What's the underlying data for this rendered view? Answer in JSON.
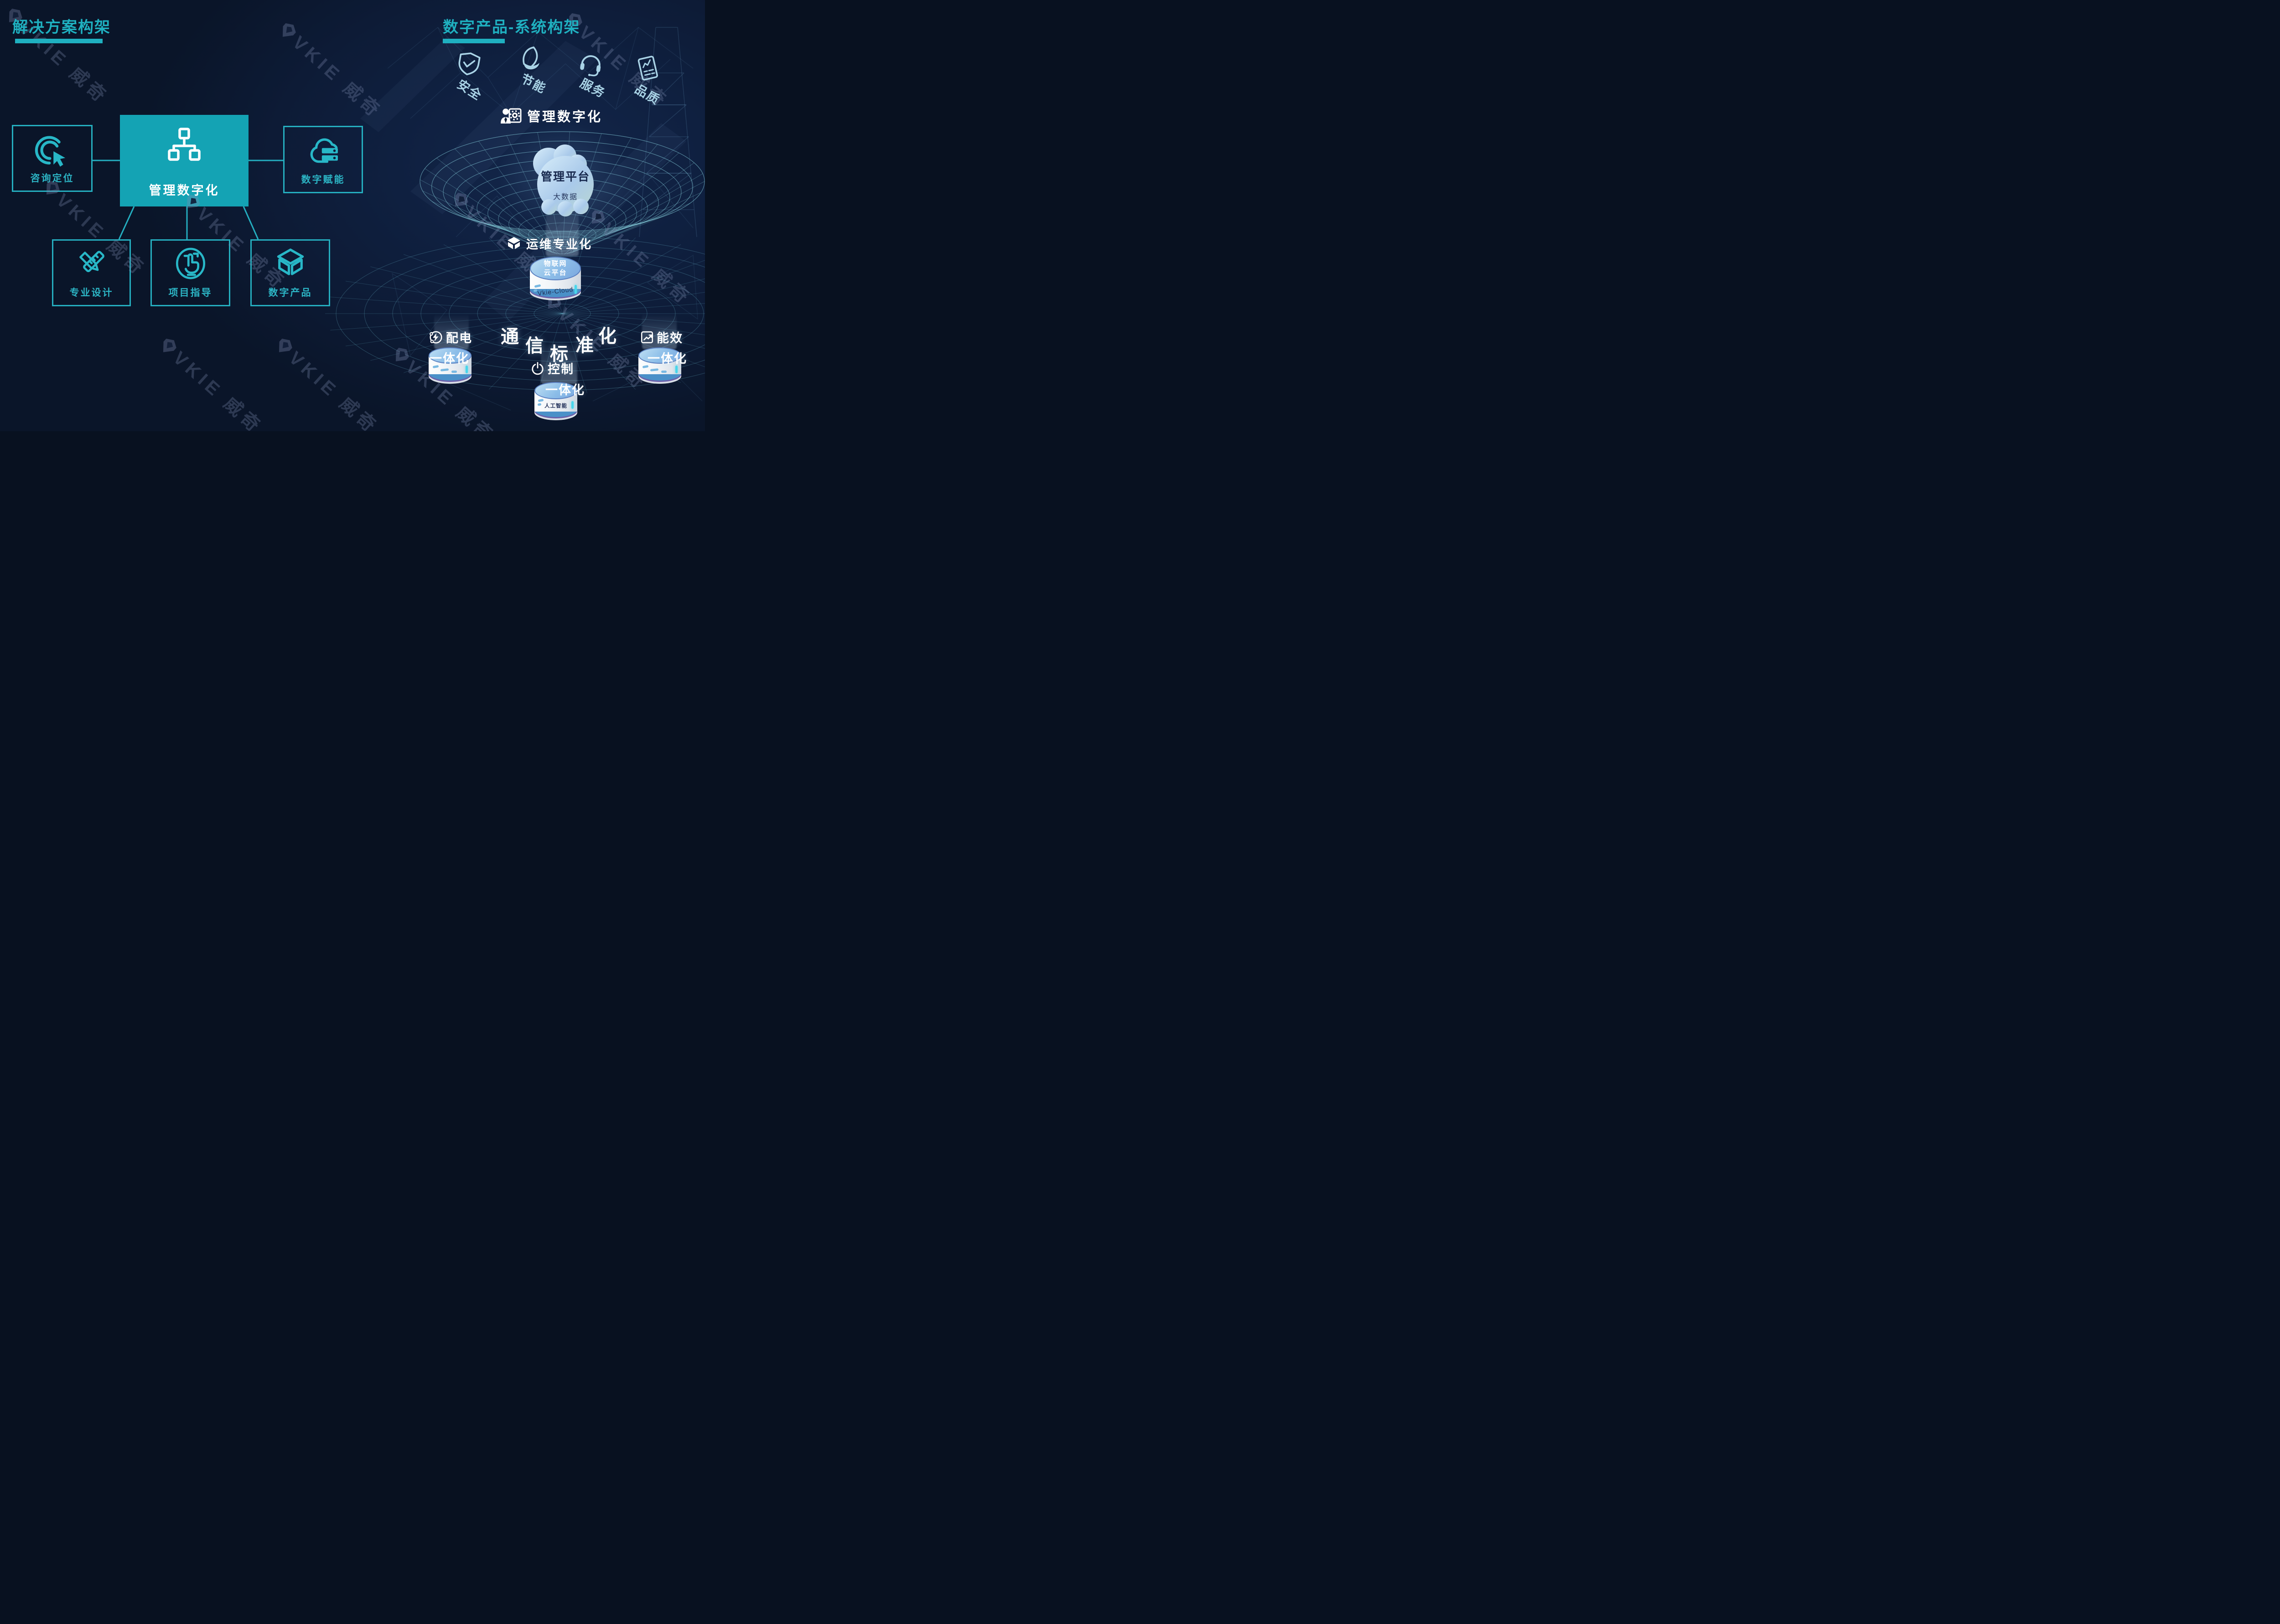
{
  "colors": {
    "background": "#0e1c36",
    "accent_teal": "#1fb0c0",
    "box_border_teal": "#25aebf",
    "center_box_fill": "#14a3b4",
    "feature_light_blue": "#a9d3e6",
    "white": "#ffffff",
    "cloud_text_navy": "#18294e",
    "funnel_wire": "#8fdce8"
  },
  "watermark": {
    "text": "VKIE 威奇",
    "logo": "vkie-diamond-logo"
  },
  "left_panel": {
    "title": "解决方案构架",
    "center_box": {
      "label": "管理数字化",
      "icon": "org-chart-icon"
    },
    "boxes": [
      {
        "id": "consult",
        "label": "咨询定位",
        "icon": "click-cursor-icon"
      },
      {
        "id": "empower",
        "label": "数字赋能",
        "icon": "cloud-server-icon"
      },
      {
        "id": "design",
        "label": "专业设计",
        "icon": "pencil-ruler-icon"
      },
      {
        "id": "guide",
        "label": "项目指导",
        "icon": "hand-point-icon"
      },
      {
        "id": "product",
        "label": "数字产品",
        "icon": "cube-outline-icon"
      }
    ]
  },
  "right_panel": {
    "title": "数字产品-系统构架",
    "features": [
      {
        "label": "安全",
        "icon": "shield-check-icon"
      },
      {
        "label": "节能",
        "icon": "leaf-icon"
      },
      {
        "label": "服务",
        "icon": "headset-icon"
      },
      {
        "label": "品质",
        "icon": "report-icon"
      }
    ],
    "management": {
      "heading": "管理数字化",
      "icon": "user-gear-icon",
      "cloud_title": "管理平台",
      "cloud_subtitle": "大数据"
    },
    "operations": {
      "heading": "运维专业化",
      "icon": "cube-solid-icon",
      "platform_top_line1": "物联网",
      "platform_top_line2": "云平台",
      "platform_body": "Vkie-Cloud"
    },
    "communication": {
      "chars": [
        "通",
        "信",
        "标",
        "准",
        "化"
      ]
    },
    "integrations": [
      {
        "id": "power-distribution",
        "icon": "circuit-bolt-icon",
        "line1": "配电",
        "line2": "一体化",
        "platform_label": ""
      },
      {
        "id": "control",
        "icon": "power-icon",
        "line1": "控制",
        "line2": "一体化",
        "platform_label": "人工智能"
      },
      {
        "id": "energy-efficiency",
        "icon": "chart-up-icon",
        "line1": "能效",
        "line2": "一体化",
        "platform_label": ""
      }
    ]
  }
}
